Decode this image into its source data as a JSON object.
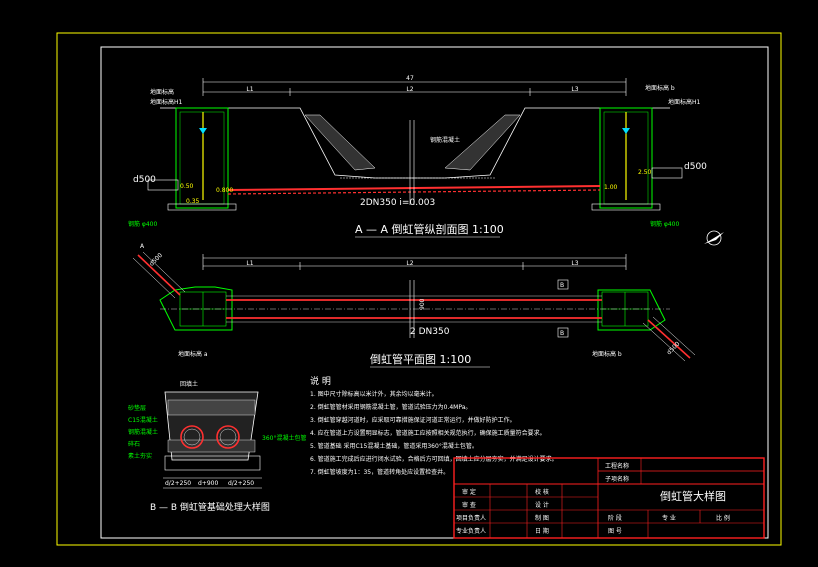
{
  "colors": {
    "background": "#000000",
    "outer_frame": "#ffff00",
    "inner_frame": "#ffffff",
    "title_block_red": "#ff2020",
    "structure_green": "#00ff00",
    "pipe_red": "#ff3030",
    "text_white": "#ffffff",
    "accent_cyan": "#00e0ff"
  },
  "section_aa": {
    "total_dim": "47",
    "dim_l1": "L1",
    "dim_l2": "L2",
    "dim_l3": "L3",
    "left_top_label": "地面标高",
    "left_top_label2": "地面标高H1",
    "right_top_label": "地面标高 b",
    "right_top_label2": "地面标高H1",
    "left_pipe": "d500",
    "right_pipe": "d500",
    "left_elev": "0.50",
    "right_elev": "2.50",
    "left_mid": "0.800",
    "right_mid": "1.00",
    "left_bottom": "0.35",
    "left_well": "钢筋 φ400",
    "right_well": "钢筋 φ400",
    "pipe_spec": "2DN350 i=0.003",
    "note_label": "钢筋混凝土",
    "title": "A — A 倒虹管纵剖面图 1:100"
  },
  "plan": {
    "dim_l1": "L1",
    "dim_l2": "L2",
    "dim_l3": "L3",
    "marker_a": "A",
    "marker_b": "B",
    "left_label": "地面标高 a",
    "right_label": "地面标高 b",
    "pipe_label": "2 DN350",
    "left_pipe": "d500",
    "right_pipe": "d500",
    "width_label": "900",
    "title": "倒虹管平面图 1:100"
  },
  "section_bb": {
    "top_label": "回填土",
    "left_labels": [
      "砂垫层",
      "C15混凝土",
      "钢筋混凝土",
      "碎石",
      "素土夯实"
    ],
    "right_label": "360°混凝土包管",
    "dims": [
      "d/2+250",
      "d+900",
      "d/2+250"
    ],
    "title": "B — B 倒虹管基础处理大样图"
  },
  "notes": {
    "heading": "说 明",
    "items": [
      "1. 图中尺寸除标高以米计外，其余均以毫米计。",
      "2. 倒虹管管材采用钢筋混凝土管，管道试验压力为0.4MPa。",
      "3. 倒虹管穿越河道时，应采取可靠措施保证河道正常运行，并做好防护工作。",
      "4. 应在管道上方设置明显标志，管道施工应按照相关规范执行，确保施工质量符合要求。",
      "5. 管道基础 采用C15混凝土基础，管道采用360°混凝土包管。",
      "6. 管道施工完成后应进行闭水试验，合格后方可回填，回填土应分层夯实，并满足设计要求。",
      "7. 倒虹管坡度为1：35，管道转角处应设置检查井。"
    ]
  },
  "title_block": {
    "project_label": "工程名称",
    "sub_label": "子项名称",
    "drawing_title": "倒虹管大样图",
    "rows": [
      [
        "审 定",
        "",
        "校 核",
        ""
      ],
      [
        "审 查",
        "",
        "设 计",
        ""
      ],
      [
        "项目负责人",
        "",
        "制 图",
        ""
      ],
      [
        "专业负责人",
        "",
        "日 期",
        ""
      ]
    ],
    "right_cells": [
      "阶 段",
      "专 业",
      "比 例",
      "图 号"
    ]
  }
}
